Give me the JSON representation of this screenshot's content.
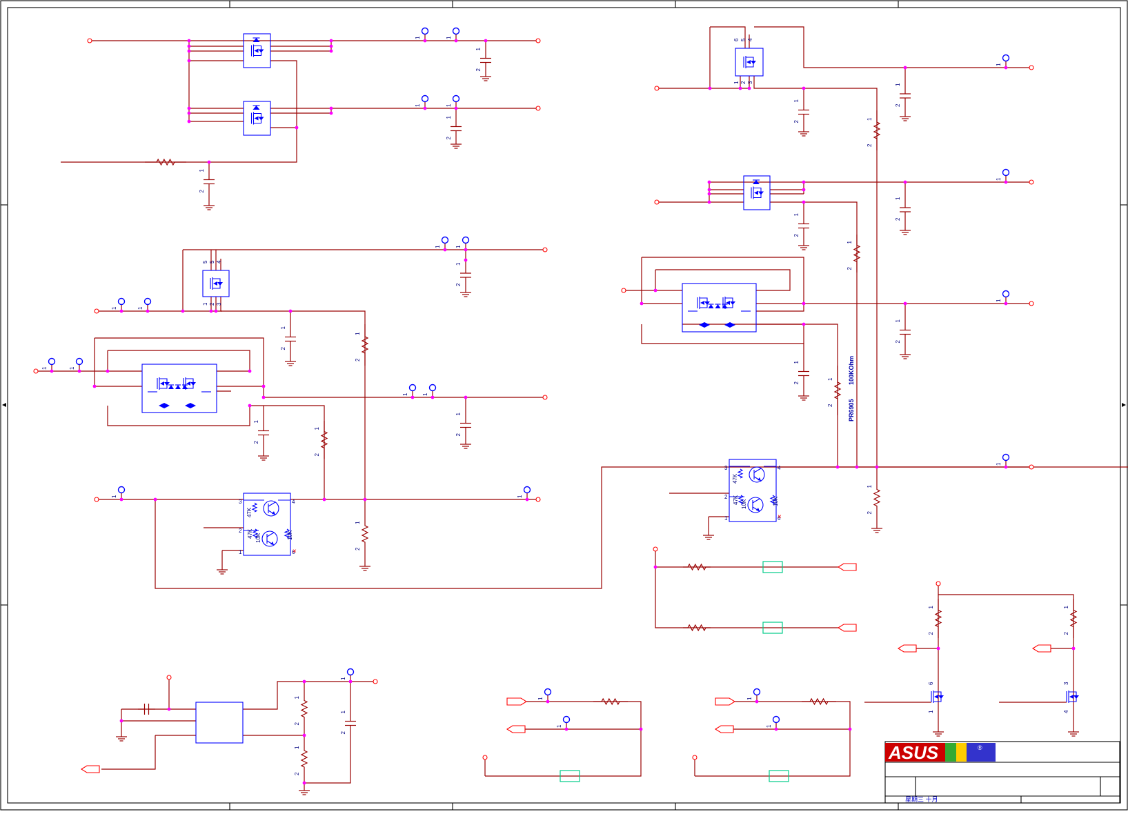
{
  "app": {
    "title": "ASUS schematic sheet — power switching"
  },
  "colors": {
    "wire": "#990000",
    "part": "#0000ff",
    "junction": "#ff00ff",
    "port": "#ff0000",
    "fuse": "#00cc88",
    "frame": "#000000"
  },
  "labels": {
    "r_value": "100KOhm",
    "r_ref": "PR6905",
    "q_r1": "47K",
    "q_r2": "47K",
    "q_r3": "10K",
    "q_r4": "10K"
  },
  "pins": {
    "one": "1",
    "two": "2",
    "three": "3",
    "four": "4",
    "five": "5",
    "six": "6"
  },
  "title_block": {
    "logo_text": "ASUS",
    "reg_mark": "®",
    "date": "星期三 十月"
  },
  "icons": [
    "asus-logo",
    "ground-symbol",
    "resistor-symbol",
    "capacitor-symbol",
    "mosfet-symbol",
    "transistor-symbol",
    "port-flag"
  ]
}
